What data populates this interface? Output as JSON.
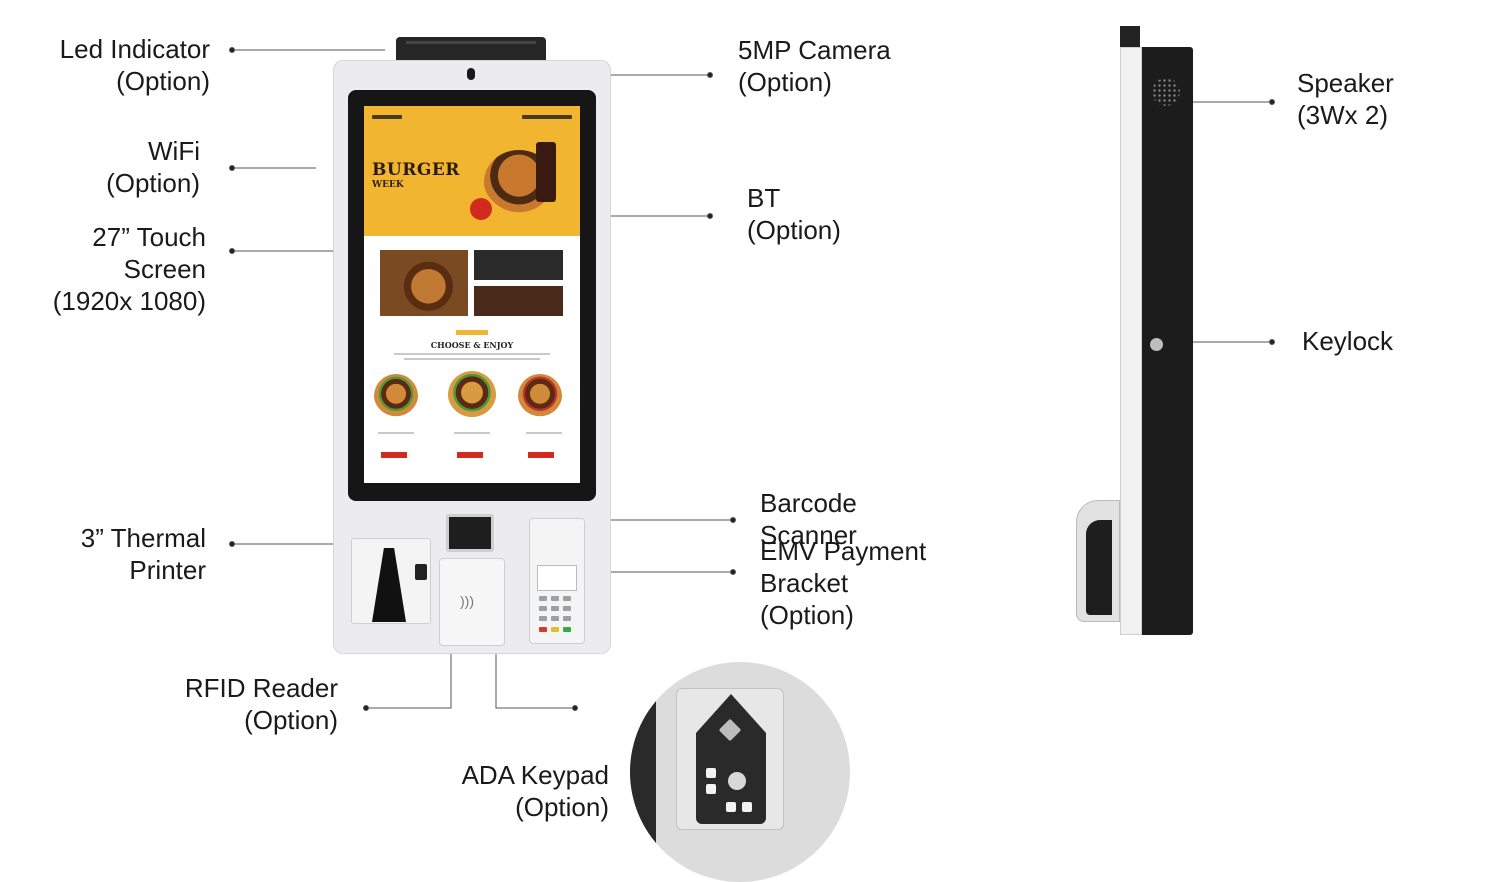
{
  "callouts": {
    "led_indicator": {
      "name": "Led Indicator",
      "option": "(Option)"
    },
    "wifi": {
      "name": "WiFi",
      "option": "(Option)"
    },
    "touch_screen": {
      "line1": "27” Touch",
      "line2": "Screen",
      "line3": "(1920x 1080)"
    },
    "thermal_printer": {
      "line1": "3” Thermal",
      "line2": "Printer"
    },
    "rfid_reader": {
      "name": "RFID Reader",
      "option": "(Option)"
    },
    "ada_keypad": {
      "name": "ADA Keypad",
      "option": "(Option)"
    },
    "camera": {
      "name": "5MP Camera",
      "option": "(Option)"
    },
    "bt": {
      "name": "BT",
      "option": "(Option)"
    },
    "barcode_scanner": {
      "line1": "Barcode",
      "line2": "Scanner"
    },
    "emv_bracket": {
      "line1": "EMV Payment",
      "line2": "Bracket",
      "line3": "(Option)"
    },
    "speaker": {
      "name": "Speaker",
      "spec": "(3Wx 2)"
    },
    "keylock": {
      "name": "Keylock"
    }
  },
  "screen": {
    "hero_title": "BURGER",
    "hero_subtitle": "WEEK",
    "section_heading": "CHOOSE & ENJOY"
  },
  "colors": {
    "hero_yellow": "#f2b530",
    "button_red": "#d22a1f",
    "kiosk_body": "#ececee",
    "bezel": "#161616"
  }
}
